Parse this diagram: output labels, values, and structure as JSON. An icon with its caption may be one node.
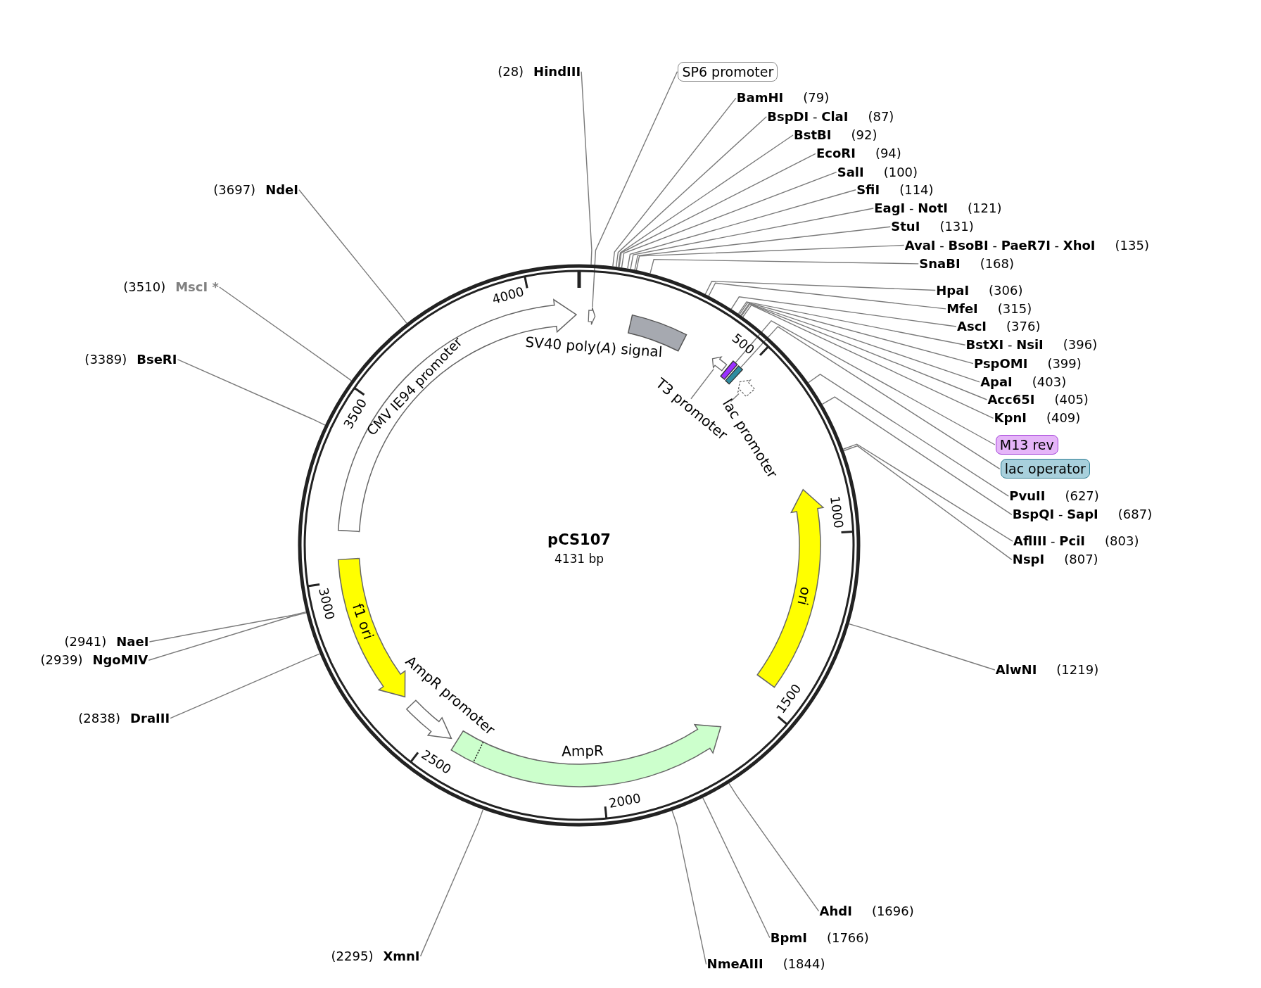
{
  "diagram": {
    "nodes": [
      {
        "text": [
          "(28)",
          "HindIII"
        ]
      },
      {
        "text": [
          "SP6 promoter"
        ]
      },
      {
        "text": [
          "BamHI",
          "(79)"
        ]
      },
      {
        "text": [
          "**BspDI** - **ClaI**",
          "(87)"
        ]
      },
      {
        "text": [
          "BstBI",
          "(92)"
        ]
      },
      {
        "text": [
          "EcoRI",
          "(94)"
        ]
      },
      {
        "text": [
          "SalI",
          "(100)"
        ]
      },
      {
        "text": [
          "SfiI",
          "(114)"
        ]
      },
      {
        "text": [
          "**EagI** - **NotI**",
          "(121)"
        ]
      },
      {
        "text": [
          "StuI",
          "(131)"
        ]
      },
      {
        "text": [
          "**AvaI** - **BsoBI** - **PaeR7I** - **XhoI**",
          "(135)"
        ]
      },
      {
        "text": [
          "SnaBI",
          "(168)"
        ]
      },
      {
        "text": [
          "HpaI",
          "(306)"
        ]
      },
      {
        "text": [
          "MfeI",
          "(315)"
        ]
      },
      {
        "text": [
          "AscI",
          "(376)"
        ]
      },
      {
        "text": [
          "**BstXI** - **NsiI**",
          "(396)"
        ]
      },
      {
        "text": [
          "PspOMI",
          "(399)"
        ]
      },
      {
        "text": [
          "ApaI",
          "(403)"
        ]
      },
      {
        "text": [
          "Acc65I",
          "(405)"
        ]
      },
      {
        "text": [
          "KpnI",
          "(409)"
        ]
      },
      {
        "text": [
          "M13 rev"
        ]
      },
      {
        "text": [
          "lac operator"
        ]
      },
      {
        "text": [
          "PvuII",
          "(627)"
        ]
      },
      {
        "text": [
          "**BspQI** - **SapI**",
          "(687)"
        ]
      },
      {
        "text": [
          "**AflIII** - **PciI**",
          "(803)"
        ]
      },
      {
        "text": [
          "NspI",
          "(807)"
        ]
      },
      {
        "text": [
          "AlwNI",
          "(1219)"
        ]
      },
      {
        "text": [
          "AhdI",
          "(1696)"
        ]
      },
      {
        "text": [
          "BpmI",
          "(1766)"
        ]
      },
      {
        "text": [
          "NmeAIII",
          "(1844)"
        ]
      },
      {
        "text": [
          "(2295)",
          "XmnI"
        ]
      },
      {
        "text": [
          "(2838)",
          "DraIII"
        ]
      },
      {
        "text": [
          "(2939)",
          "NgoMIV"
        ]
      },
      {
        "text": [
          "(2941)",
          "NaeI"
        ]
      },
      {
        "text": [
          "(3389)",
          "BseRI"
        ]
      },
      {
        "text": [
          "(3510)",
          "MscI *"
        ]
      },
      {
        "text": [
          "(3697)",
          "NdeI"
        ]
      },
      {
        "text": [
          "pCS107",
          "4131 bp"
        ]
      },
      {
        "text": [],
        "shape": "arrow",
        "in": 37
      },
      {
        "text": [],
        "shape": "box",
        "in": 37
      },
      {
        "text": [],
        "shape": "box",
        "in": 37
      },
      {
        "text": [
          "CMV IE94 promoter"
        ],
        "in": 37
      },
      {
        "text": [
          "SV40 poly(*A*) signal"
        ],
        "in": 37
      },
      {
        "text": [
          "T3 promoter"
        ],
        "in": 37
      },
      {
        "text": [
          "lac promoter"
        ],
        "in": 37
      },
      {
        "text": [
          "ori"
        ],
        "in": 37
      },
      {
        "text": [
          "AmpR"
        ],
        "in": 37
      },
      {
        "text": [
          "AmpR promoter"
        ],
        "in": 37
      },
      {
        "text": [
          "f1 ori"
        ],
        "in": 37
      },
      {
        "text": [],
        "shape": "arrow",
        "in": 37
      },
      {
        "text": [],
        "shape": "arrow",
        "in": 37
      }
    ],
    "edges": [
      {
        "from": 0,
        "to": 37,
        "arrow": "none"
      },
      {
        "from": 1,
        "to": 38,
        "arrow": "none"
      },
      {
        "from": 2,
        "to": 37,
        "arrow": "none"
      },
      {
        "from": 3,
        "to": 37,
        "arrow": "none"
      },
      {
        "from": 4,
        "to": 37,
        "arrow": "none"
      },
      {
        "from": 5,
        "to": 37,
        "arrow": "none"
      },
      {
        "from": 6,
        "to": 37,
        "arrow": "none"
      },
      {
        "from": 7,
        "to": 37,
        "arrow": "none"
      },
      {
        "from": 8,
        "to": 37,
        "arrow": "none"
      },
      {
        "from": 9,
        "to": 37,
        "arrow": "none"
      },
      {
        "from": 10,
        "to": 37,
        "arrow": "none"
      },
      {
        "from": 11,
        "to": 37,
        "arrow": "none"
      },
      {
        "from": 12,
        "to": 37,
        "arrow": "none"
      },
      {
        "from": 13,
        "to": 37,
        "arrow": "none"
      },
      {
        "from": 14,
        "to": 37,
        "arrow": "none"
      },
      {
        "from": 15,
        "to": 37,
        "arrow": "none"
      },
      {
        "from": 16,
        "to": 37,
        "arrow": "none"
      },
      {
        "from": 17,
        "to": 37,
        "arrow": "none"
      },
      {
        "from": 18,
        "to": 37,
        "arrow": "none"
      },
      {
        "from": 19,
        "to": 37,
        "arrow": "none"
      },
      {
        "from": 20,
        "to": 39,
        "arrow": "none"
      },
      {
        "from": 21,
        "to": 40,
        "arrow": "none"
      },
      {
        "from": 22,
        "to": 37,
        "arrow": "none"
      },
      {
        "from": 23,
        "to": 37,
        "arrow": "none"
      },
      {
        "from": 24,
        "to": 37,
        "arrow": "none"
      },
      {
        "from": 25,
        "to": 37,
        "arrow": "none"
      },
      {
        "from": 26,
        "to": 37,
        "arrow": "none"
      },
      {
        "from": 27,
        "to": 37,
        "arrow": "none"
      },
      {
        "from": 28,
        "to": 37,
        "arrow": "none"
      },
      {
        "from": 29,
        "to": 37,
        "arrow": "none"
      },
      {
        "from": 30,
        "to": 37,
        "arrow": "none"
      },
      {
        "from": 31,
        "to": 37,
        "arrow": "none"
      },
      {
        "from": 32,
        "to": 37,
        "arrow": "none"
      },
      {
        "from": 33,
        "to": 37,
        "arrow": "none"
      },
      {
        "from": 34,
        "to": 37,
        "arrow": "none"
      },
      {
        "from": 35,
        "to": 37,
        "arrow": "none"
      },
      {
        "from": 36,
        "to": 37,
        "arrow": "none"
      },
      {
        "from": 43,
        "to": 49,
        "arrow": "none"
      },
      {
        "from": 44,
        "to": 50,
        "arrow": "none"
      }
    ],
    "labels": [
      "500",
      "1000",
      "1500",
      "2000",
      "2500",
      "3000",
      "3500",
      "4000"
    ]
  }
}
